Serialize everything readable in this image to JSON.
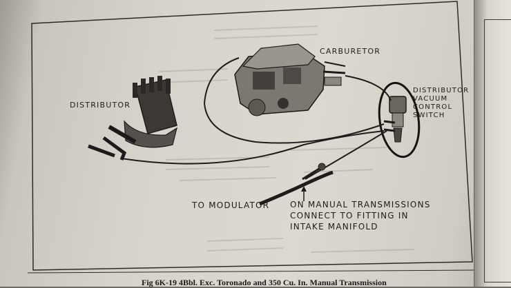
{
  "labels": {
    "carburetor": "CARBURETOR",
    "distributor": "DISTRIBUTOR",
    "switch_lines": [
      "DISTRIBUTOR",
      "VACUUM",
      "CONTROL",
      "SWITCH"
    ],
    "modulator": "TO MODULATOR",
    "note_lines": [
      "ON MANUAL TRANSMISSIONS",
      "CONNECT TO FITTING IN",
      "INTAKE MANIFOLD"
    ]
  },
  "caption": "Fig 6K-19 4Bbl. Exc. Toronado and 350 Cu. In. Manual Transmission",
  "colors": {
    "ink": "#1e1d1b",
    "paper": "#d8d5cd"
  }
}
